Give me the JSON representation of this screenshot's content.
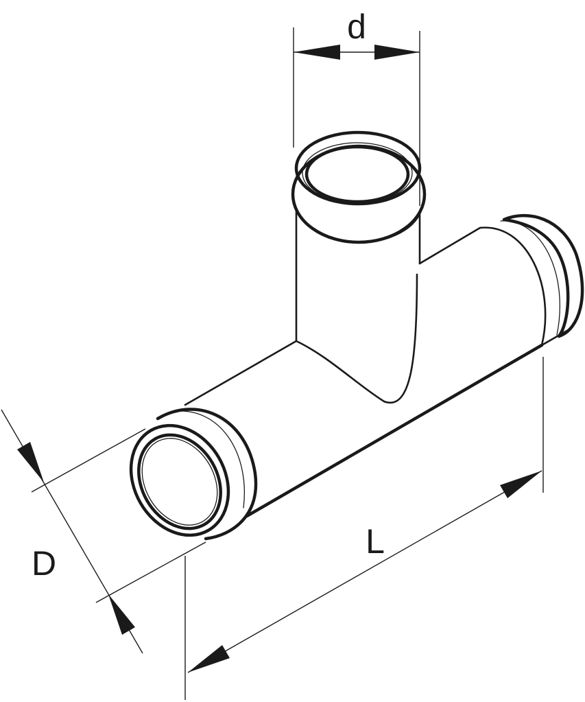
{
  "drawing": {
    "labels": {
      "branch_diameter": "d",
      "main_diameter": "D",
      "length": "L"
    },
    "colors": {
      "line": "#1a1a1a",
      "background": "#ffffff"
    }
  }
}
